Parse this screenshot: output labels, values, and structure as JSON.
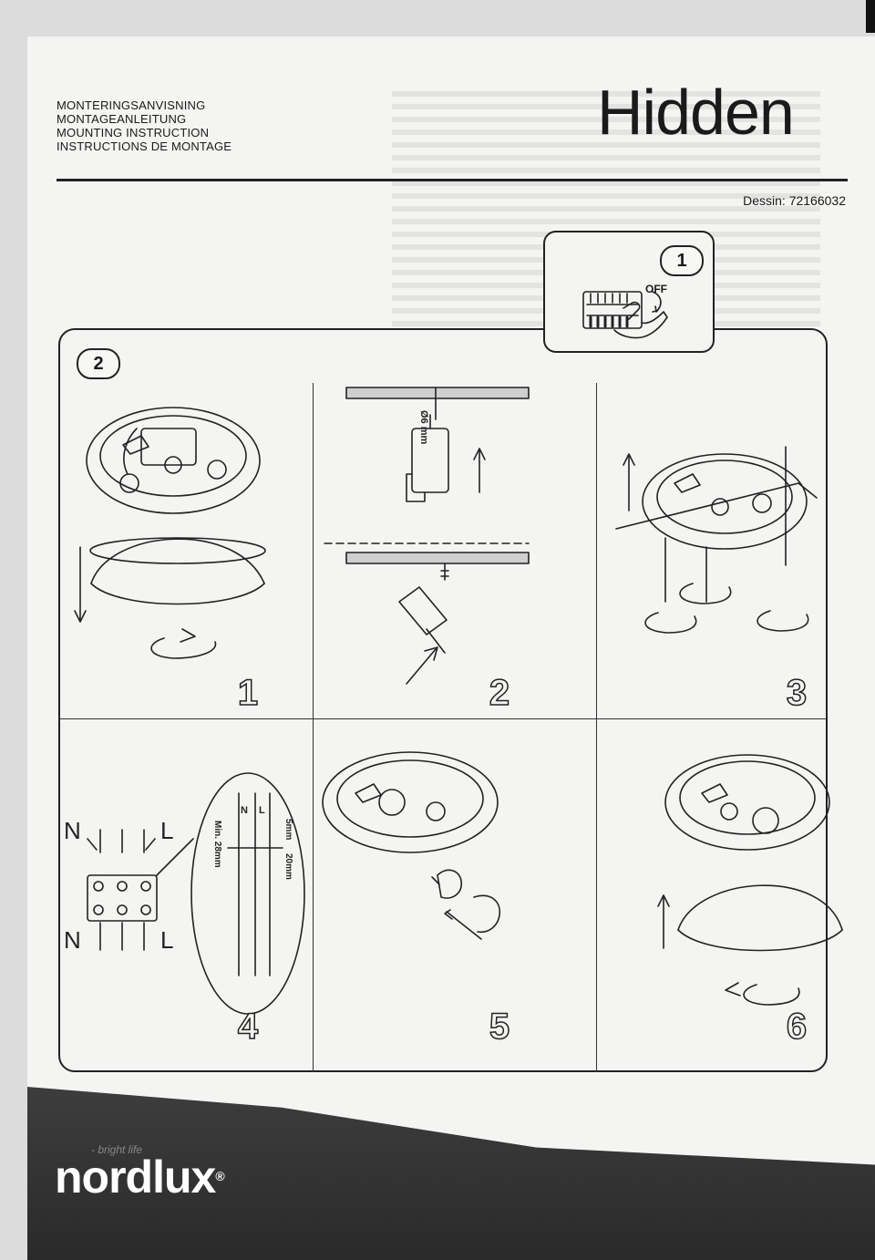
{
  "header": {
    "lines": [
      "MONTERINGSANVISNING",
      "MONTAGEANLEITUNG",
      "MOUNTING INSTRUCTION",
      "INSTRUCTIONS DE MONTAGE"
    ],
    "product_name": "Hidden",
    "dessin": "Dessin: 72166032"
  },
  "step1": {
    "badge": "1",
    "off_label": "OFF"
  },
  "main": {
    "badge": "2",
    "steps": [
      "1",
      "2",
      "3",
      "4",
      "5",
      "6"
    ],
    "drill_label": "Ø6 mm",
    "wire_labels": {
      "n_top": "N",
      "l_top": "L",
      "n_bottom": "N",
      "l_bottom": "L",
      "n_detail": "N",
      "l_detail": "L",
      "min_length": "Min. 28mm",
      "strip_5": "5mm",
      "strip_20": "20mm"
    }
  },
  "footer": {
    "tagline": "- bright life",
    "brand": "nordlux",
    "registered": "®"
  }
}
